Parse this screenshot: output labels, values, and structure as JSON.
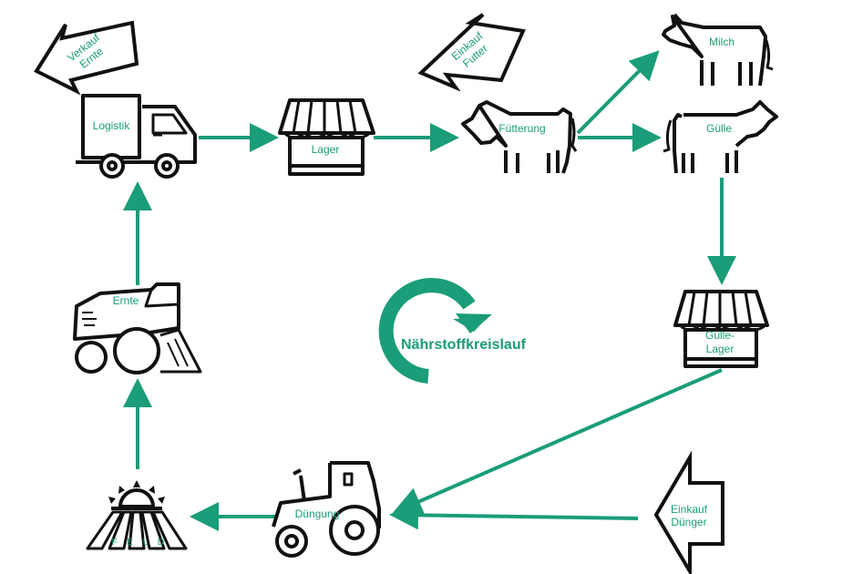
{
  "title": "Nährstoffkreislauf",
  "colors": {
    "accent": "#1a9d78",
    "stroke": "#111111"
  },
  "nodes": {
    "logistik": "Logistik",
    "lager": "Lager",
    "fuetterung": "Fütterung",
    "milch": "Milch",
    "guelle": "Gülle",
    "guelle_lager_1": "Gülle-",
    "guelle_lager_2": "Lager",
    "duengung": "Düngung",
    "ernte": "Ernte",
    "feld": [
      "F",
      "E",
      "L",
      "D"
    ]
  },
  "arrows_inout": {
    "verkauf_1": "Verkauf",
    "verkauf_2": "Ernte",
    "einkauf_futter_1": "Einkauf",
    "einkauf_futter_2": "Futter",
    "einkauf_duenger_1": "Einkauf",
    "einkauf_duenger_2": "Dünger"
  }
}
